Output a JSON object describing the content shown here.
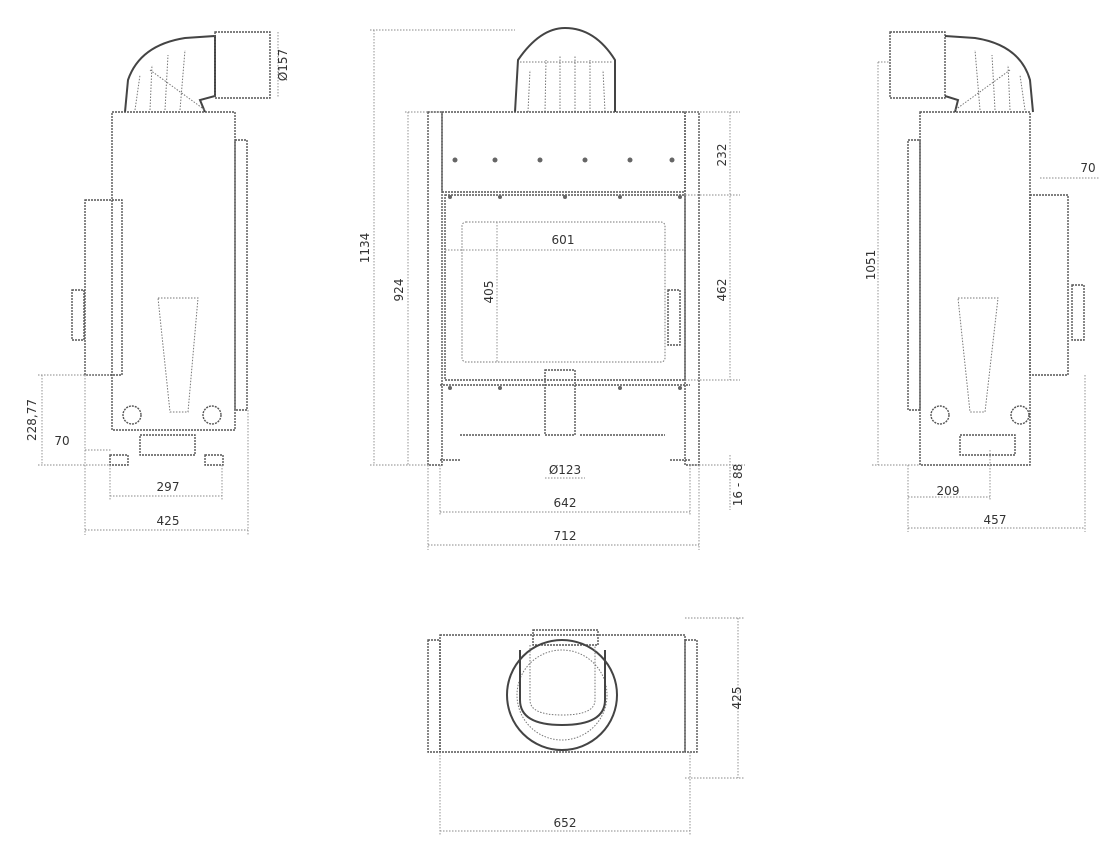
{
  "drawing": {
    "side_left": {
      "flue_diameter": "Ø157",
      "height_lower": "228,77",
      "offset": "70",
      "leg_span": "297",
      "depth": "425"
    },
    "front": {
      "total_height": "1134",
      "body_height": "924",
      "top_panel": "232",
      "glass_width": "601",
      "glass_height": "405",
      "door_height": "462",
      "flue_bottom": "Ø123",
      "inner_width": "642",
      "outer_width": "712",
      "leg_adjust": "16 - 88"
    },
    "side_right": {
      "height": "1051",
      "offset": "70",
      "flue_offset": "209",
      "depth": "457"
    },
    "top": {
      "depth": "425",
      "width": "652"
    }
  }
}
